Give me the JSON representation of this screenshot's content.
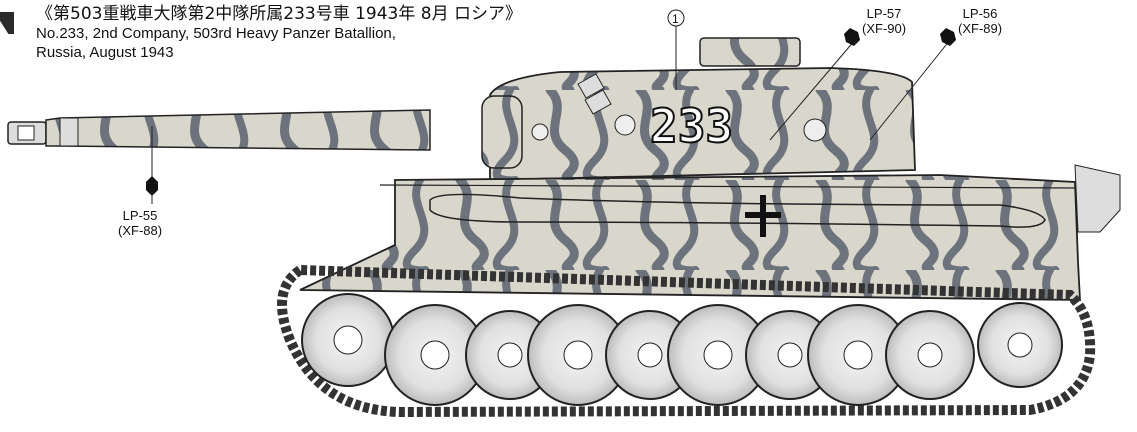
{
  "title": {
    "japanese": "《第503重戦車大隊第2中隊所属233号車 1943年 8月 ロシア》",
    "english_line1": "No.233, 2nd Company, 503rd Heavy Panzer Batallion,",
    "english_line2": "Russia, August 1943"
  },
  "callout_number": "1",
  "turret_number": "233",
  "paints": [
    {
      "code": "LP-55",
      "ref": "(XF-88)"
    },
    {
      "code": "LP-57",
      "ref": "(XF-90)"
    },
    {
      "code": "LP-56",
      "ref": "(XF-89)"
    }
  ],
  "colors": {
    "base": "#d9d6cc",
    "camo": "#5b6270",
    "outline": "#1a1a1a",
    "steel": "#b8b8b8"
  }
}
